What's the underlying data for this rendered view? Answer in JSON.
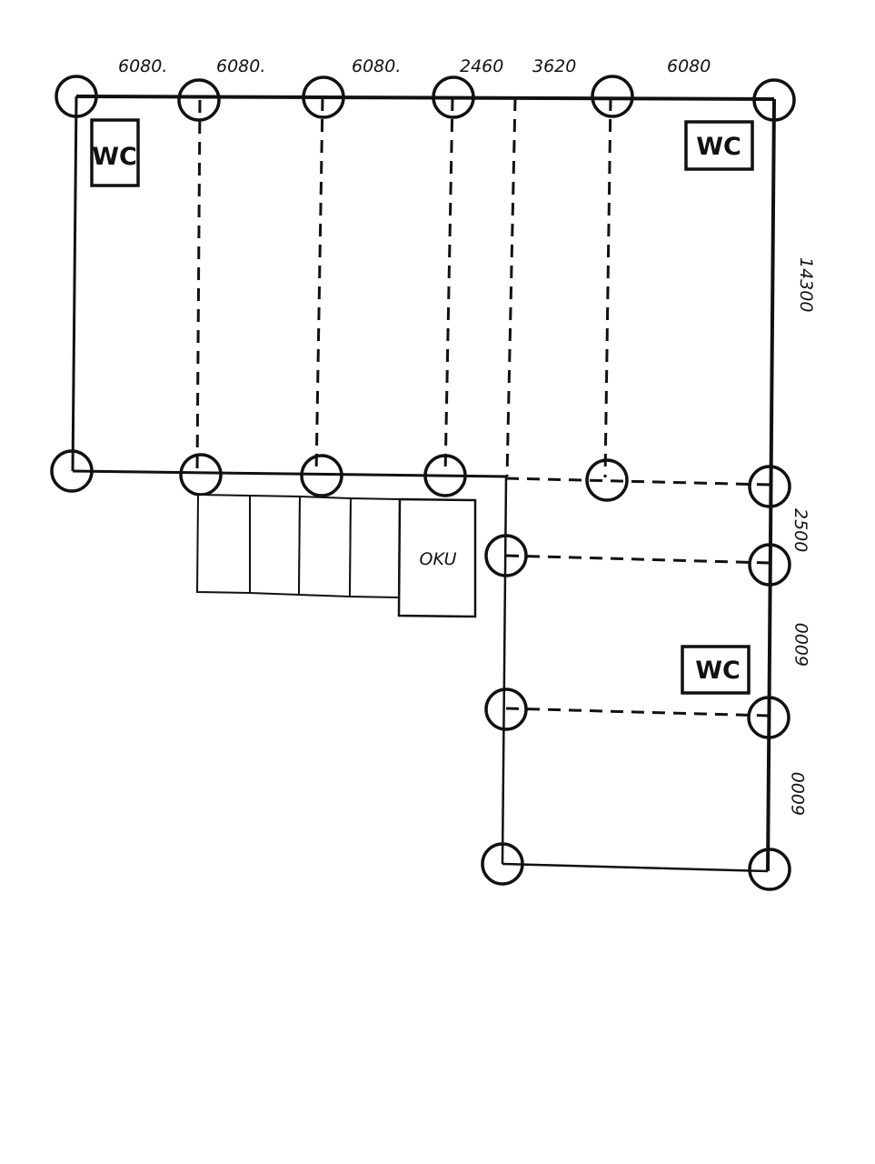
{
  "top_dimensions": [
    "6080.",
    "6080.",
    "6080.",
    "2460",
    "3620",
    "6080"
  ],
  "side_dimensions": [
    "14300",
    "2500",
    "6000",
    "6000"
  ],
  "rooms": {
    "wc_label": "WC",
    "oku_label": "OKU"
  },
  "colors": {
    "ink": "#111111",
    "background": "#ffffff"
  }
}
